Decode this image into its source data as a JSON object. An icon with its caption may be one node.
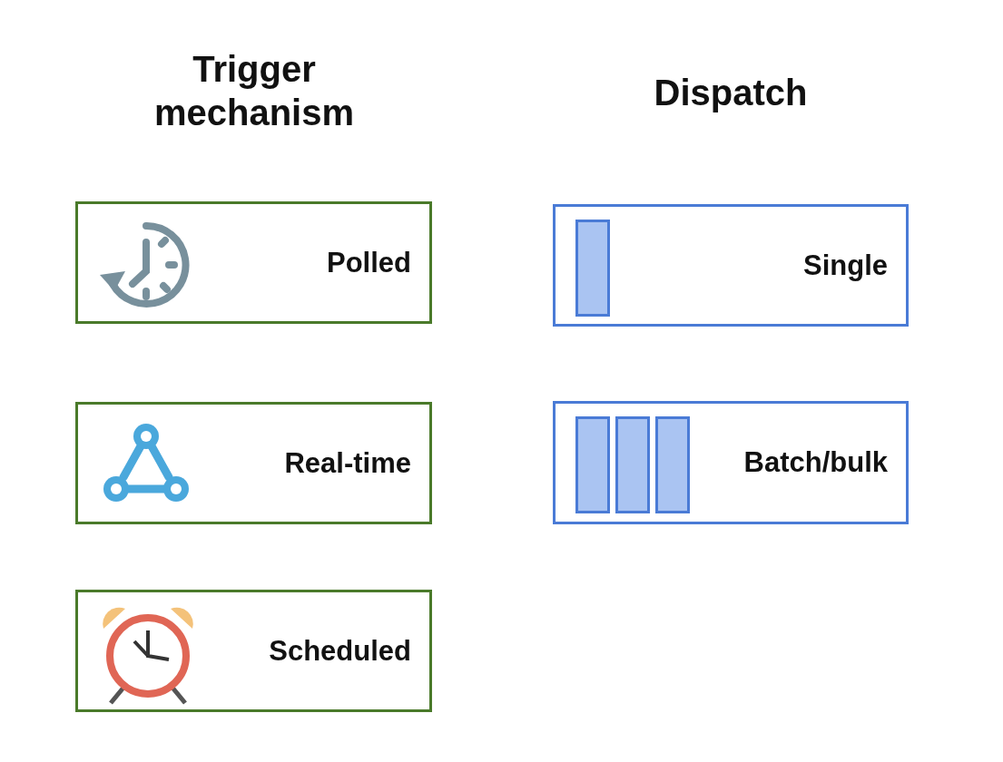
{
  "diagram": {
    "nodes": [
      {
        "text": [
          "Polled"
        ]
      },
      {
        "text": [
          "Real-time"
        ]
      },
      {
        "text": [
          "Scheduled"
        ]
      },
      {
        "text": [
          "Single"
        ]
      },
      {
        "text": [
          "Batch/bulk"
        ]
      }
    ],
    "labels": [
      "Trigger mechanism",
      "Dispatch"
    ]
  }
}
